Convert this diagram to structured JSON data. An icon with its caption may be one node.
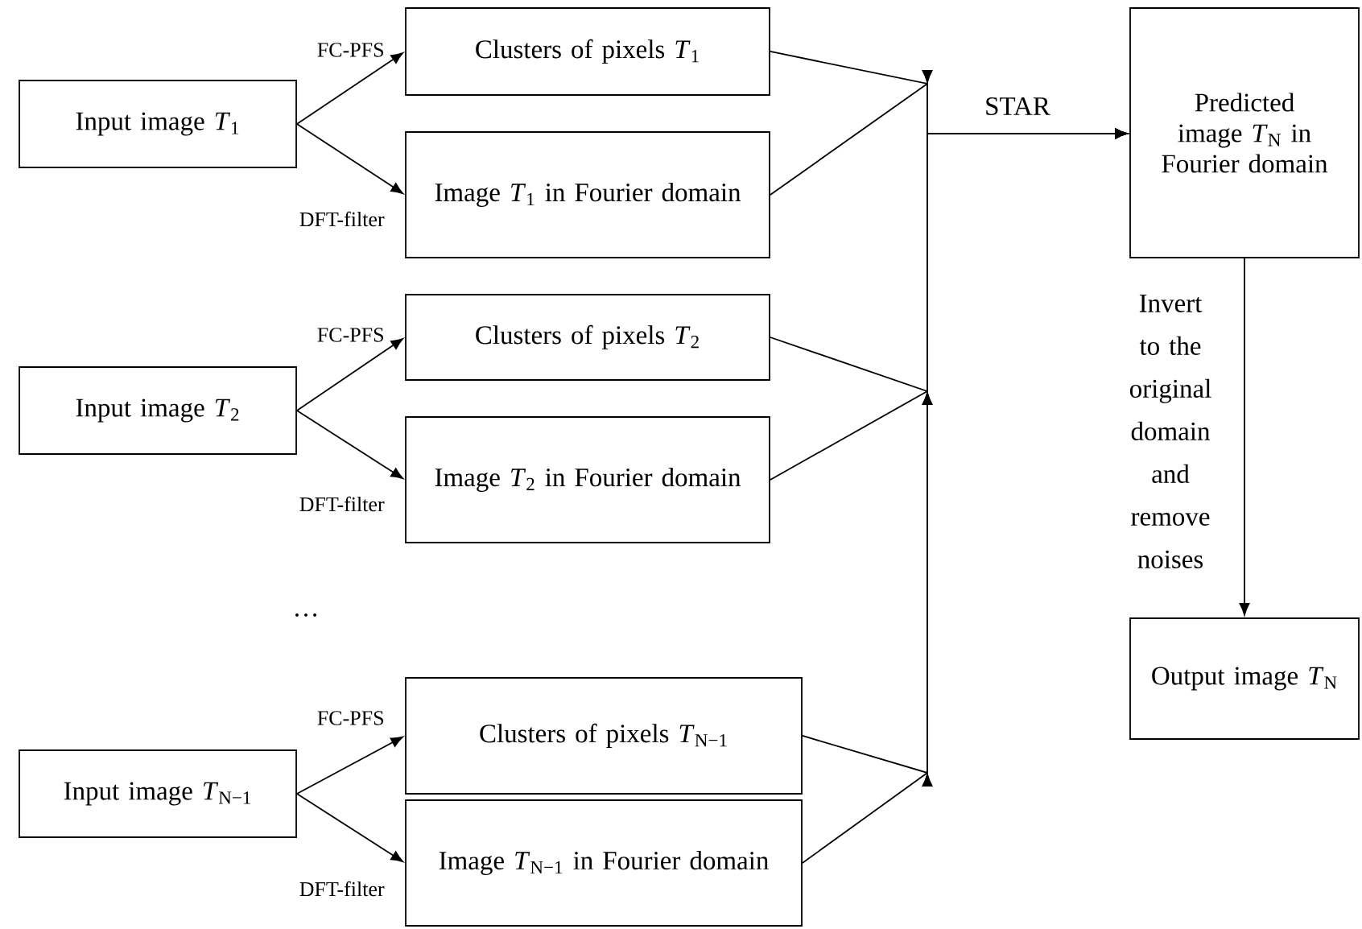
{
  "diagram": {
    "nodes": [
      {
        "text": [
          "Input image *T*$_{1}$"
        ]
      },
      {
        "text": [
          "Clusters of pixels *T*$_{1}$"
        ]
      },
      {
        "text": [
          "Image *T*$_{1}$ in Fourier domain"
        ]
      },
      {
        "text": [
          "Input image *T*$_{2}$"
        ]
      },
      {
        "text": [
          "Clusters of pixels *T*$_{2}$"
        ]
      },
      {
        "text": [
          "Image *T*$_{2}$ in Fourier domain"
        ]
      },
      {
        "text": [
          "Input image *T*$_{N−1}$"
        ]
      },
      {
        "text": [
          "Clusters of pixels *T*$_{N−1}$"
        ]
      },
      {
        "text": [
          "Image *T*$_{N−1}$ in Fourier domain"
        ]
      },
      {
        "text": [
          "Predicted image *T*$_{N}$ in Fourier domain"
        ]
      },
      {
        "text": [
          "Output image *T*$_{N}$"
        ]
      }
    ],
    "edges": [
      {
        "from": 0,
        "to": 1,
        "arrow": "to",
        "label": "FC-PFS"
      },
      {
        "from": 0,
        "to": 2,
        "arrow": "to",
        "label": "DFT-filter"
      },
      {
        "from": 3,
        "to": 4,
        "arrow": "to",
        "label": "FC-PFS"
      },
      {
        "from": 3,
        "to": 5,
        "arrow": "to",
        "label": "DFT-filter"
      },
      {
        "from": 6,
        "to": 7,
        "arrow": "to",
        "label": "FC-PFS"
      },
      {
        "from": 6,
        "to": 8,
        "arrow": "to",
        "label": "DFT-filter"
      },
      {
        "from": 1,
        "to": 9,
        "arrow": "to",
        "label": "STAR"
      },
      {
        "from": 2,
        "to": 9,
        "arrow": "to"
      },
      {
        "from": 4,
        "to": 9,
        "arrow": "to"
      },
      {
        "from": 5,
        "to": 9,
        "arrow": "to"
      },
      {
        "from": 7,
        "to": 9,
        "arrow": "to"
      },
      {
        "from": 8,
        "to": 9,
        "arrow": "to"
      },
      {
        "from": 9,
        "to": 10,
        "arrow": "to",
        "label": "Invert to the original domain and remove noises"
      }
    ],
    "labels": [
      "…"
    ]
  }
}
